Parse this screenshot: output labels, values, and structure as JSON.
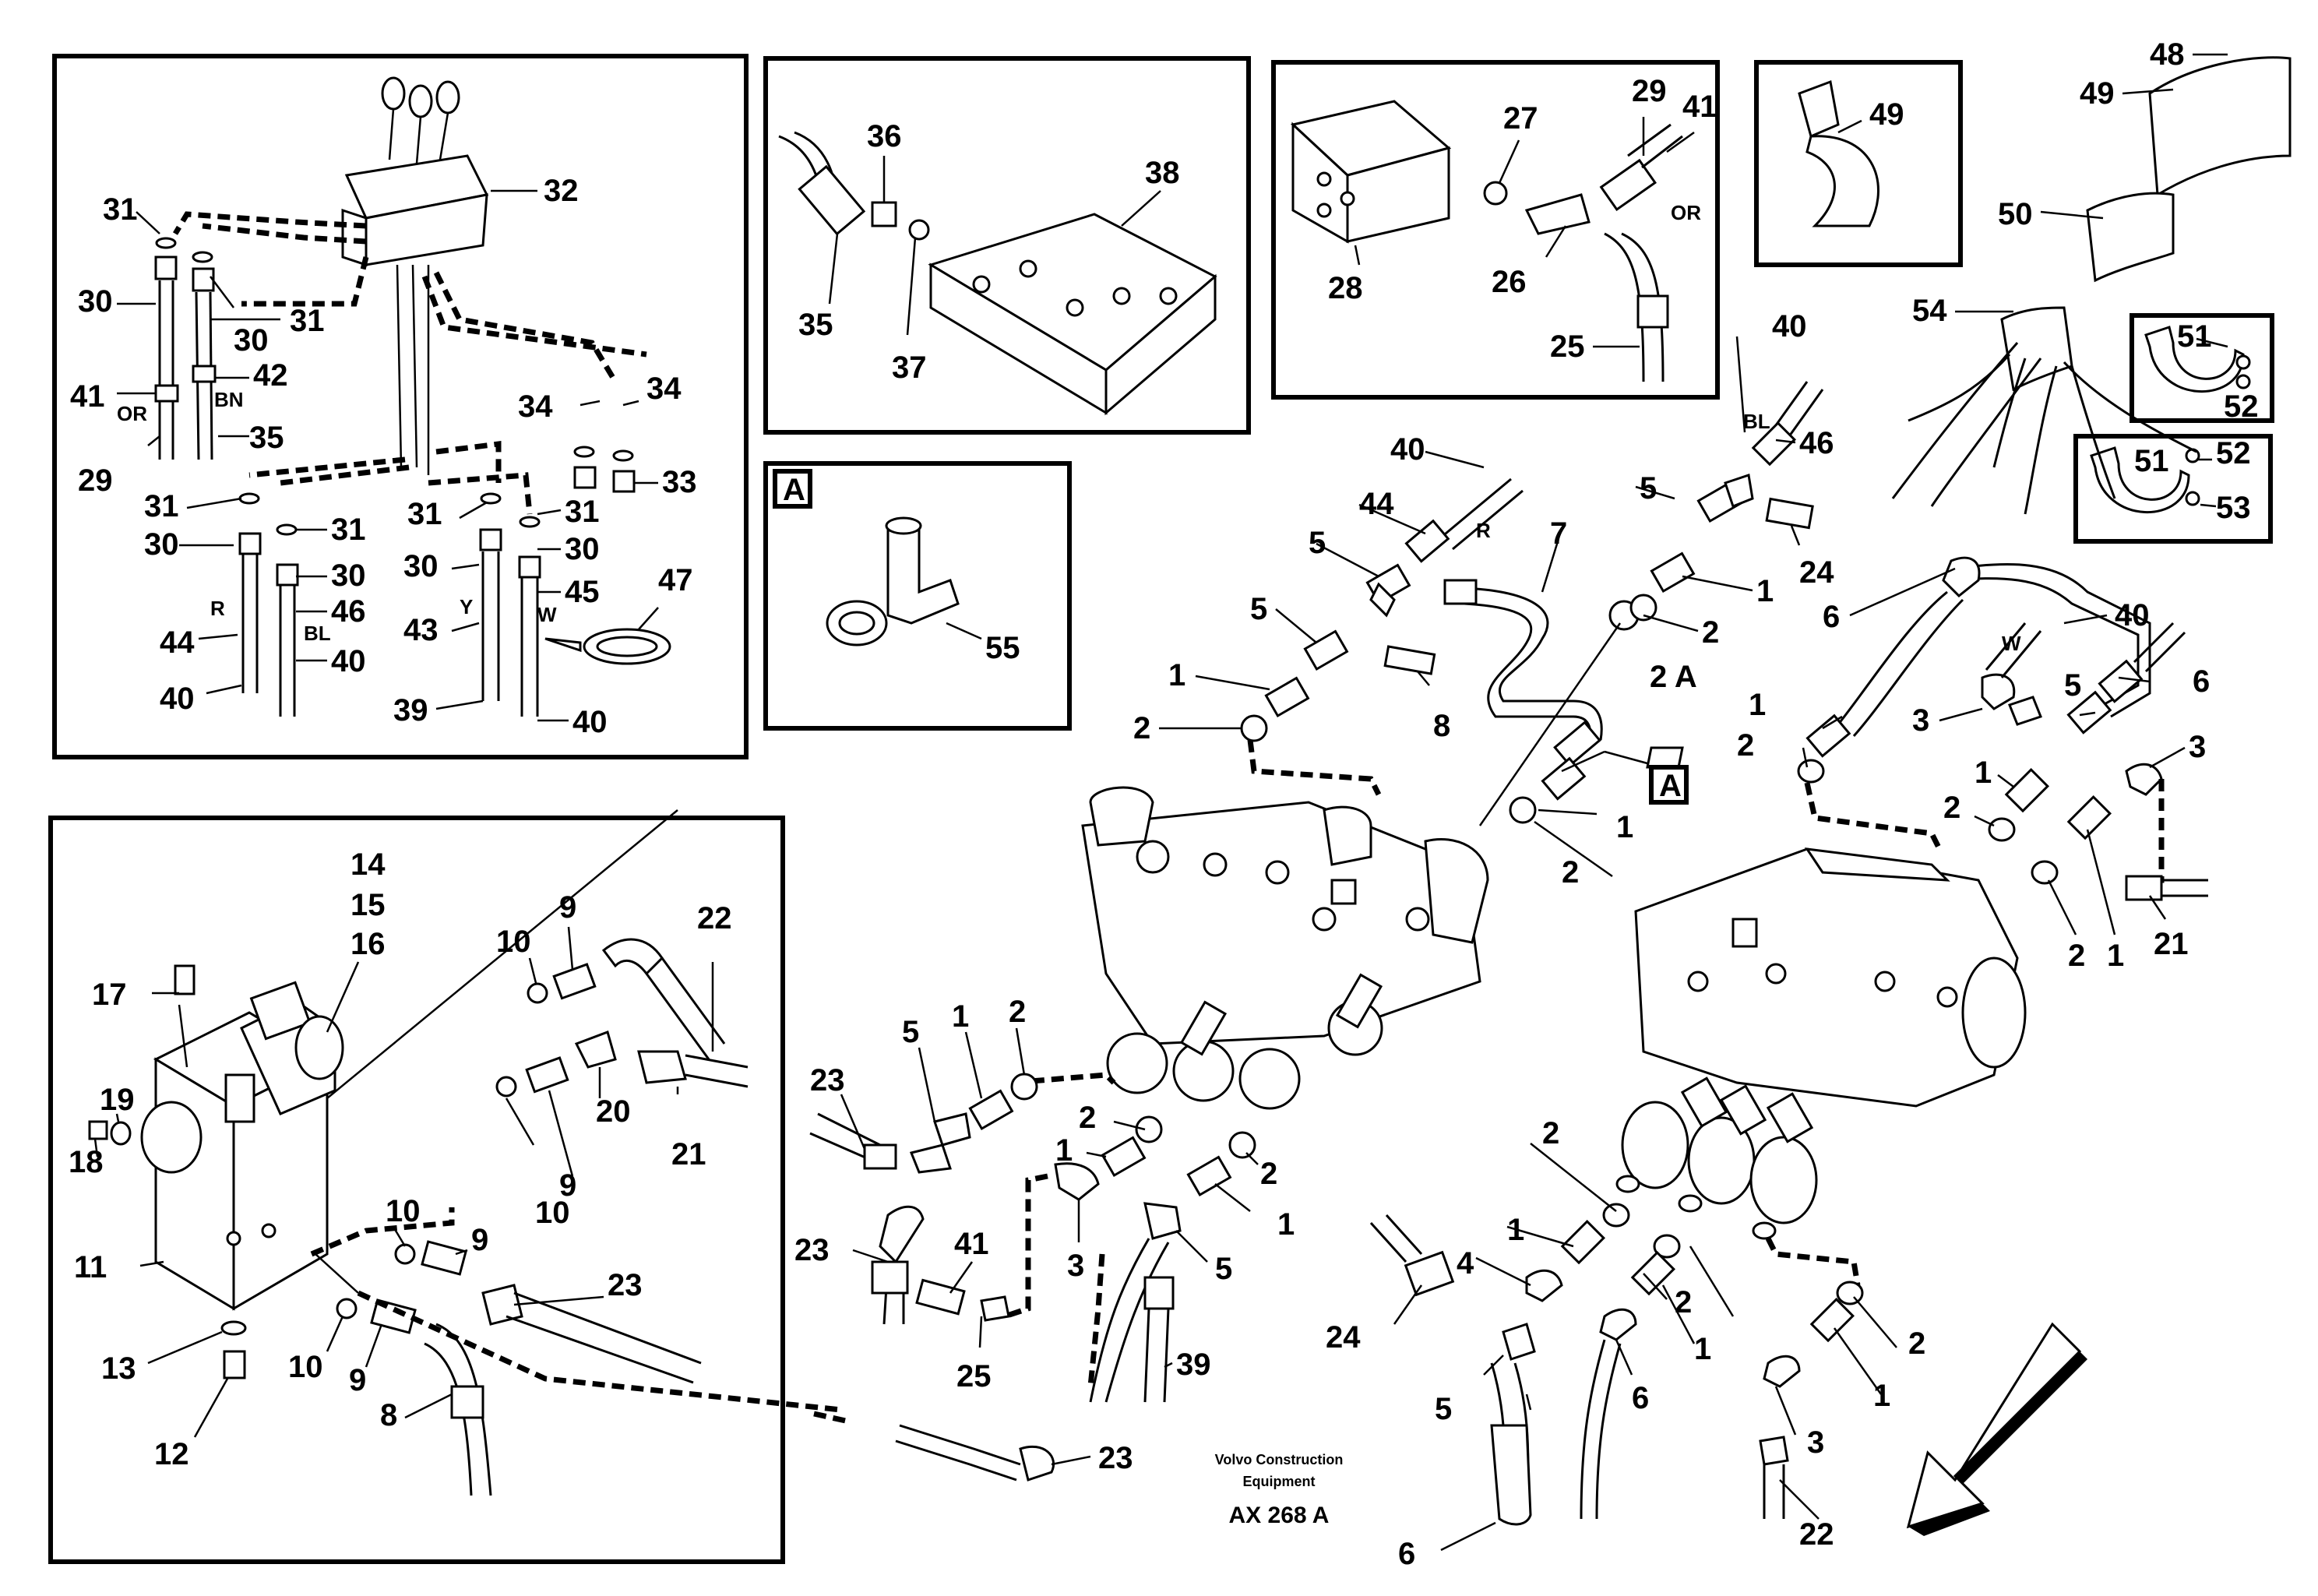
{
  "figure": {
    "credit_line1": "Volvo Construction",
    "credit_line2": "Equipment",
    "drawing_code": "AX 268 A"
  },
  "callouts": {
    "n1": "1",
    "n2": "2",
    "n3": "3",
    "n4": "4",
    "n5": "5",
    "n6": "6",
    "n7": "7",
    "n8": "8",
    "n9": "9",
    "n10": "10",
    "n11": "11",
    "n12": "12",
    "n13": "13",
    "n14": "14",
    "n15": "15",
    "n16": "16",
    "n17": "17",
    "n18": "18",
    "n19": "19",
    "n20": "20",
    "n21": "21",
    "n22": "22",
    "n23": "23",
    "n24": "24",
    "n25": "25",
    "n26": "26",
    "n27": "27",
    "n28": "28",
    "n29": "29",
    "n30": "30",
    "n31": "31",
    "n32": "32",
    "n33": "33",
    "n34": "34",
    "n35": "35",
    "n36": "36",
    "n37": "37",
    "n38": "38",
    "n39": "39",
    "n40": "40",
    "n41": "41",
    "n42": "42",
    "n43": "43",
    "n44": "44",
    "n45": "45",
    "n46": "46",
    "n47": "47",
    "n48": "48",
    "n49": "49",
    "n50": "50",
    "n51": "51",
    "n52": "52",
    "n53": "53",
    "n54": "54",
    "n55": "55",
    "n2A": "2 A"
  },
  "markers": {
    "detail_a": "A"
  },
  "color_codes": {
    "or": "OR",
    "bn": "BN",
    "r": "R",
    "bl": "BL",
    "y": "Y",
    "w": "W"
  }
}
